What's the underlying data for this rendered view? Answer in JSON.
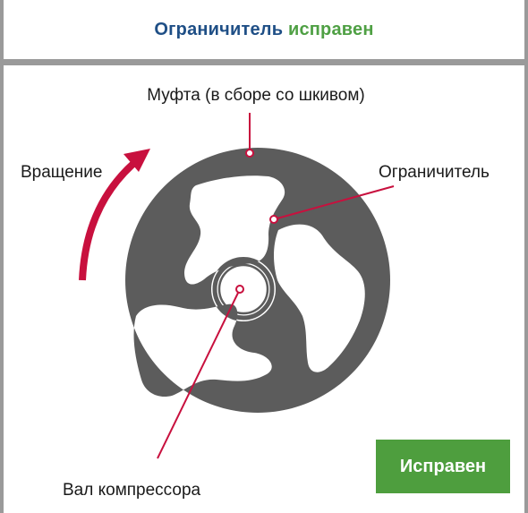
{
  "header": {
    "title_part1": "Ограничитель",
    "title_part2": "исправен"
  },
  "labels": {
    "coupling": "Муфта (в сборе со шкивом)",
    "rotation": "Вращение",
    "limiter": "Ограничитель",
    "shaft": "Вал компрессора"
  },
  "button": {
    "label": "Исправен"
  },
  "colors": {
    "title_blue": "#1f4f86",
    "title_green": "#4fa044",
    "disc": "#5c5c5c",
    "pointer": "#c8103e",
    "button": "#4e9e3e",
    "border": "#9a9a9a"
  }
}
